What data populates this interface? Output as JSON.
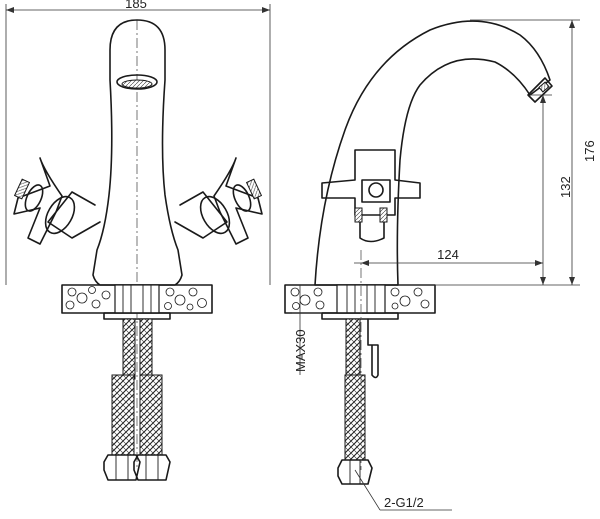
{
  "dimensions": {
    "overall_width": "185",
    "total_height": "176",
    "spout_height": "132",
    "spout_reach": "124",
    "max_deck_thickness": "MAX30",
    "connection": "2-G1/2"
  }
}
